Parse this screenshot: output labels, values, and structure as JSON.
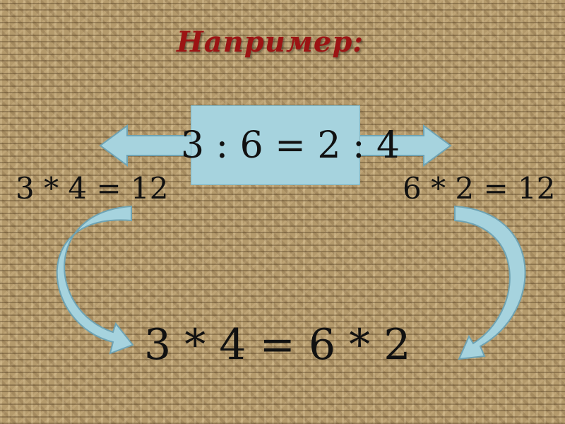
{
  "slide": {
    "title": "Например:",
    "center_formula": "3 : 6 = 2 : 4",
    "left_formula": "3 * 4 = 12",
    "right_formula": "6 * 2 = 12",
    "bottom_formula": "3 * 4 = 6 * 2"
  },
  "colors": {
    "title": "#9c1414",
    "box_fill": "#a6d3de",
    "arrow_fill": "#a6d3de",
    "arrow_stroke": "#6fa3b3",
    "background": "#b49a6c"
  }
}
